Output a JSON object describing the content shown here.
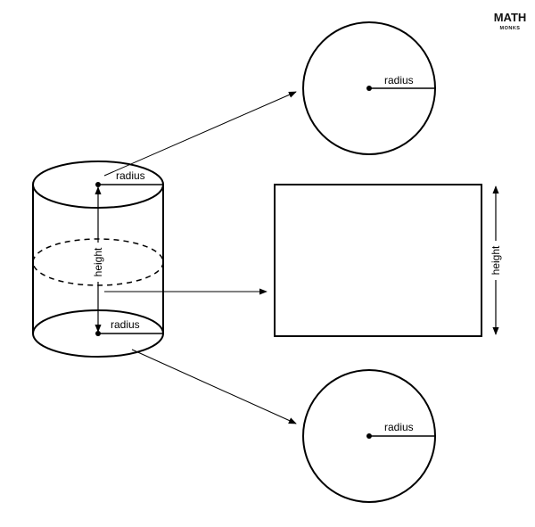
{
  "logo": {
    "top": "MATH",
    "bottom": "MONKS",
    "accent_color": "#e8452c"
  },
  "labels": {
    "cyl_top_radius": "radius",
    "cyl_bottom_radius": "radius",
    "cyl_height": "height",
    "top_circle_radius": "radius",
    "bottom_circle_radius": "radius",
    "rect_height": "height"
  },
  "colors": {
    "stroke": "#000000",
    "background": "#ffffff"
  }
}
